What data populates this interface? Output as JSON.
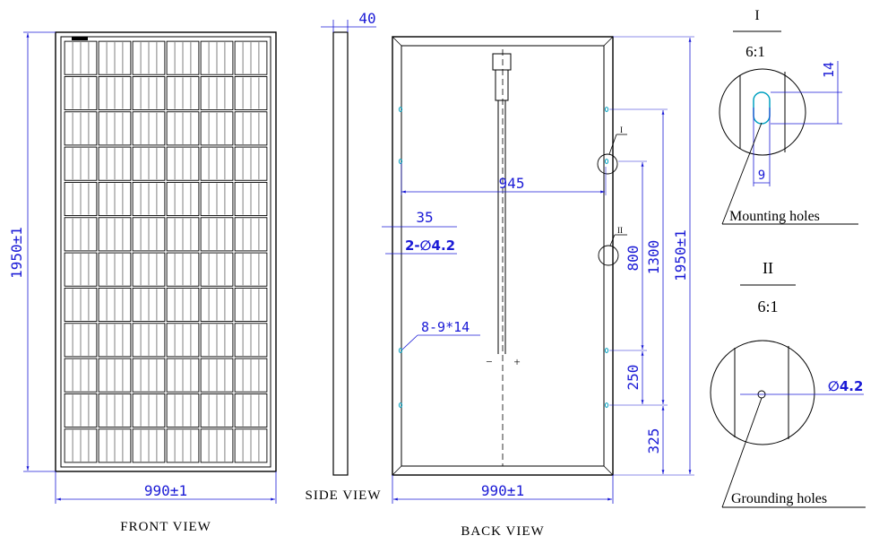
{
  "front_view": {
    "caption": "FRONT VIEW",
    "width_dim": "990±1",
    "height_dim": "1950±1",
    "cell_columns": 6,
    "cell_rows": 12
  },
  "side_view": {
    "caption": "SIDE VIEW",
    "thickness_dim": "40"
  },
  "back_view": {
    "caption": "BACK VIEW",
    "width_dim": "990±1",
    "height_dim": "1950±1",
    "dim_945": "945",
    "dim_35": "35",
    "hole_callout": "2-∅4.2",
    "slot_callout": "8-9*14",
    "dim_800": "800",
    "dim_1300": "1300",
    "dim_250": "250",
    "dim_325": "325",
    "marker_1": "I",
    "marker_2": "II",
    "minus": "−",
    "plus": "+"
  },
  "detail_1": {
    "title": "I",
    "scale": "6:1",
    "dim_14": "14",
    "dim_9": "9",
    "label": "Mounting holes"
  },
  "detail_2": {
    "title": "II",
    "scale": "6:1",
    "hole_dim": "∅4.2",
    "label": "Grounding holes"
  },
  "colors": {
    "line": "#000000",
    "dimension": "#1a1ad6",
    "hole": "#00a0c0"
  }
}
